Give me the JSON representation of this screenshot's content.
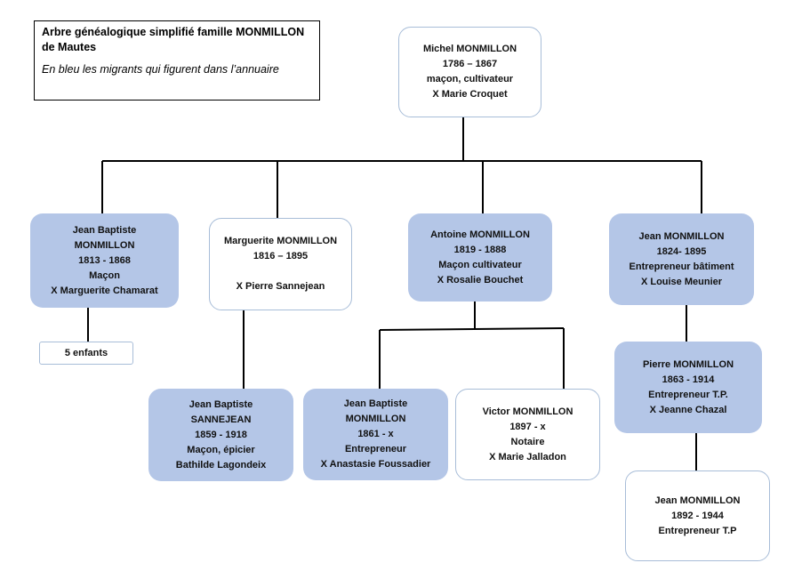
{
  "header": {
    "title": "Arbre généalogique simplifié famille MONMILLON de Mautes",
    "subtitle": "En bleu les migrants qui figurent dans l’annuaire"
  },
  "colors": {
    "migrant": "#b4c6e7",
    "other": "#ffffff",
    "border": "#a8bdd8",
    "line": "#000000"
  },
  "root": {
    "lines": [
      "Michel MONMILLON",
      "1786 – 1867",
      "maçon, cultivateur",
      "X Marie Croquet"
    ]
  },
  "gen1": [
    {
      "lines": [
        "Jean Baptiste",
        "MONMILLON",
        "1813 - 1868",
        "Maçon",
        "X Marguerite Chamarat"
      ]
    },
    {
      "lines": [
        "Marguerite MONMILLON",
        "1816 – 1895",
        "",
        "X Pierre Sannejean"
      ]
    },
    {
      "lines": [
        "Antoine MONMILLON",
        "1819 - 1888",
        "Maçon cultivateur",
        "X Rosalie Bouchet"
      ]
    },
    {
      "lines": [
        "Jean MONMILLON",
        "1824- 1895",
        "Entrepreneur bâtiment",
        "X Louise Meunier"
      ]
    }
  ],
  "jb_children": {
    "label": "5 enfants"
  },
  "gen2": [
    {
      "lines": [
        "Jean Baptiste",
        "SANNEJEAN",
        "1859 - 1918",
        "Maçon, épicier",
        "Bathilde Lagondeix"
      ]
    },
    {
      "lines": [
        "Jean Baptiste",
        "MONMILLON",
        "1861 - x",
        "Entrepreneur",
        "X Anastasie Foussadier"
      ]
    },
    {
      "lines": [
        "Victor MONMILLON",
        "1897 - x",
        "Notaire",
        "X Marie Jalladon"
      ]
    },
    {
      "lines": [
        "Pierre MONMILLON",
        "1863 - 1914",
        "Entrepreneur T.P.",
        "X Jeanne Chazal"
      ]
    }
  ],
  "gen3": [
    {
      "lines": [
        "Jean MONMILLON",
        "1892 - 1944",
        "Entrepreneur T.P"
      ]
    }
  ]
}
